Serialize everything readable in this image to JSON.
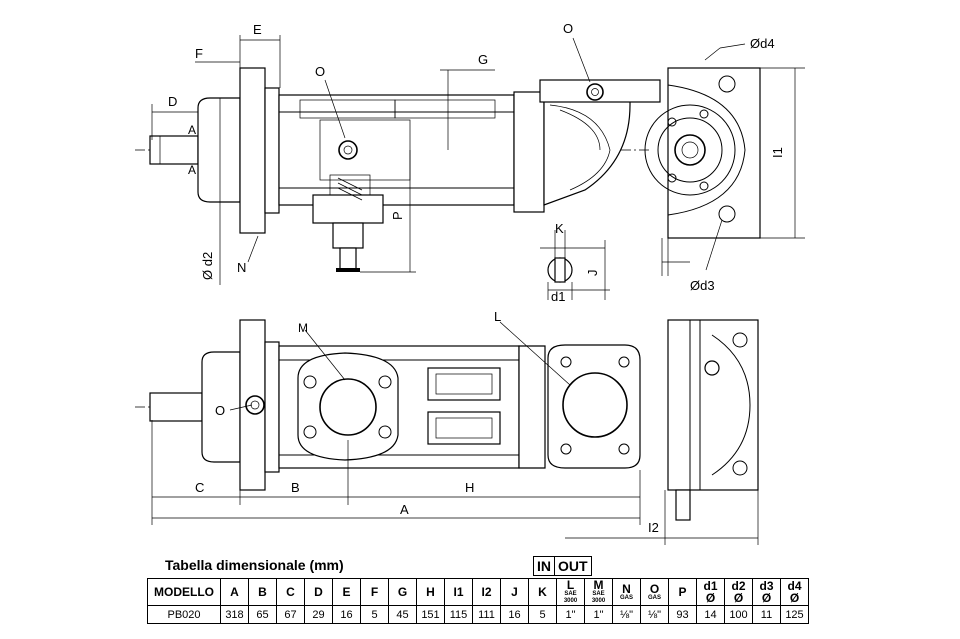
{
  "drawing_labels": {
    "E": "E",
    "F": "F",
    "G": "G",
    "O_top": "O",
    "O_mid": "O",
    "O_front": "O",
    "D": "D",
    "A_sec1": "A",
    "A_sec2": "A",
    "P": "P",
    "d2": "Ø d2",
    "N": "N",
    "K": "K",
    "J": "J",
    "d1": "d1",
    "d4": "Ød4",
    "I1": "I1",
    "d3": "Ød3",
    "M": "M",
    "L": "L",
    "C": "C",
    "B": "B",
    "H": "H",
    "A_dim": "A",
    "I2": "I2"
  },
  "table": {
    "title": "Tabella dimensionale (mm)",
    "in_label": "IN",
    "out_label": "OUT",
    "headers": [
      {
        "main": "MODELLO",
        "sub": ""
      },
      {
        "main": "A",
        "sub": ""
      },
      {
        "main": "B",
        "sub": ""
      },
      {
        "main": "C",
        "sub": ""
      },
      {
        "main": "D",
        "sub": ""
      },
      {
        "main": "E",
        "sub": ""
      },
      {
        "main": "F",
        "sub": ""
      },
      {
        "main": "G",
        "sub": ""
      },
      {
        "main": "H",
        "sub": ""
      },
      {
        "main": "I1",
        "sub": ""
      },
      {
        "main": "I2",
        "sub": ""
      },
      {
        "main": "J",
        "sub": ""
      },
      {
        "main": "K",
        "sub": ""
      },
      {
        "main": "L",
        "sub": "SAE 3000"
      },
      {
        "main": "M",
        "sub": "SAE 3000"
      },
      {
        "main": "N",
        "sub": "GAS"
      },
      {
        "main": "O",
        "sub": "GAS"
      },
      {
        "main": "P",
        "sub": ""
      },
      {
        "main": "d1",
        "sub": "Ø"
      },
      {
        "main": "d2",
        "sub": "Ø"
      },
      {
        "main": "d3",
        "sub": "Ø"
      },
      {
        "main": "d4",
        "sub": "Ø"
      }
    ],
    "rows": [
      [
        "PB020",
        "318",
        "65",
        "67",
        "29",
        "16",
        "5",
        "45",
        "151",
        "115",
        "111",
        "16",
        "5",
        "1\"",
        "1\"",
        "⅛\"",
        "⅛\"",
        "93",
        "14",
        "100",
        "11",
        "125"
      ]
    ]
  }
}
